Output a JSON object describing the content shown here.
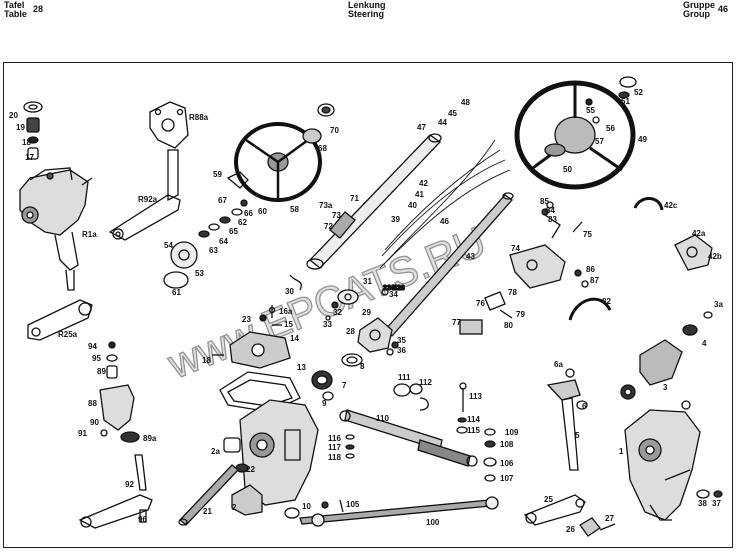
{
  "header": {
    "left_line1": "Tafel",
    "left_line2": "Table",
    "left_number": "28",
    "center_line1": "Lenkung",
    "center_line2": "Steering",
    "right_line1": "Gruppe",
    "right_line2": "Group",
    "right_number": "46"
  },
  "watermark": "www.EPCATS.RU",
  "stamp": "2ЭБ26",
  "callouts": [
    "20",
    "19",
    "18",
    "17",
    "R1a",
    "R88a",
    "R92a",
    "R25a",
    "94",
    "95",
    "89",
    "88",
    "91",
    "90",
    "89a",
    "92",
    "96",
    "54",
    "53",
    "61",
    "59",
    "67",
    "62",
    "66",
    "65",
    "64",
    "63",
    "60",
    "58",
    "68",
    "70",
    "73a",
    "73",
    "71",
    "72",
    "39",
    "40",
    "41",
    "42",
    "47",
    "44",
    "45",
    "48",
    "46",
    "43",
    "30",
    "31",
    "32",
    "34",
    "29",
    "33",
    "28",
    "35",
    "36",
    "23",
    "16a",
    "15",
    "14",
    "18",
    "13",
    "2a",
    "22",
    "2",
    "21",
    "9",
    "8",
    "7",
    "111",
    "112",
    "113",
    "110",
    "114",
    "115",
    "116",
    "117",
    "118",
    "109",
    "108",
    "106",
    "107",
    "10",
    "105",
    "100",
    "74",
    "75",
    "76",
    "78",
    "79",
    "80",
    "77",
    "85",
    "84",
    "83",
    "86",
    "87",
    "82",
    "50",
    "49",
    "55",
    "56",
    "51",
    "52",
    "57",
    "42c",
    "42a",
    "42b",
    "3a",
    "4",
    "3",
    "6a",
    "6",
    "5",
    "25",
    "1",
    "27",
    "26",
    "38",
    "37"
  ],
  "colors": {
    "ink": "#111111",
    "frame": "#222222",
    "watermark": "#bbbbbb"
  }
}
